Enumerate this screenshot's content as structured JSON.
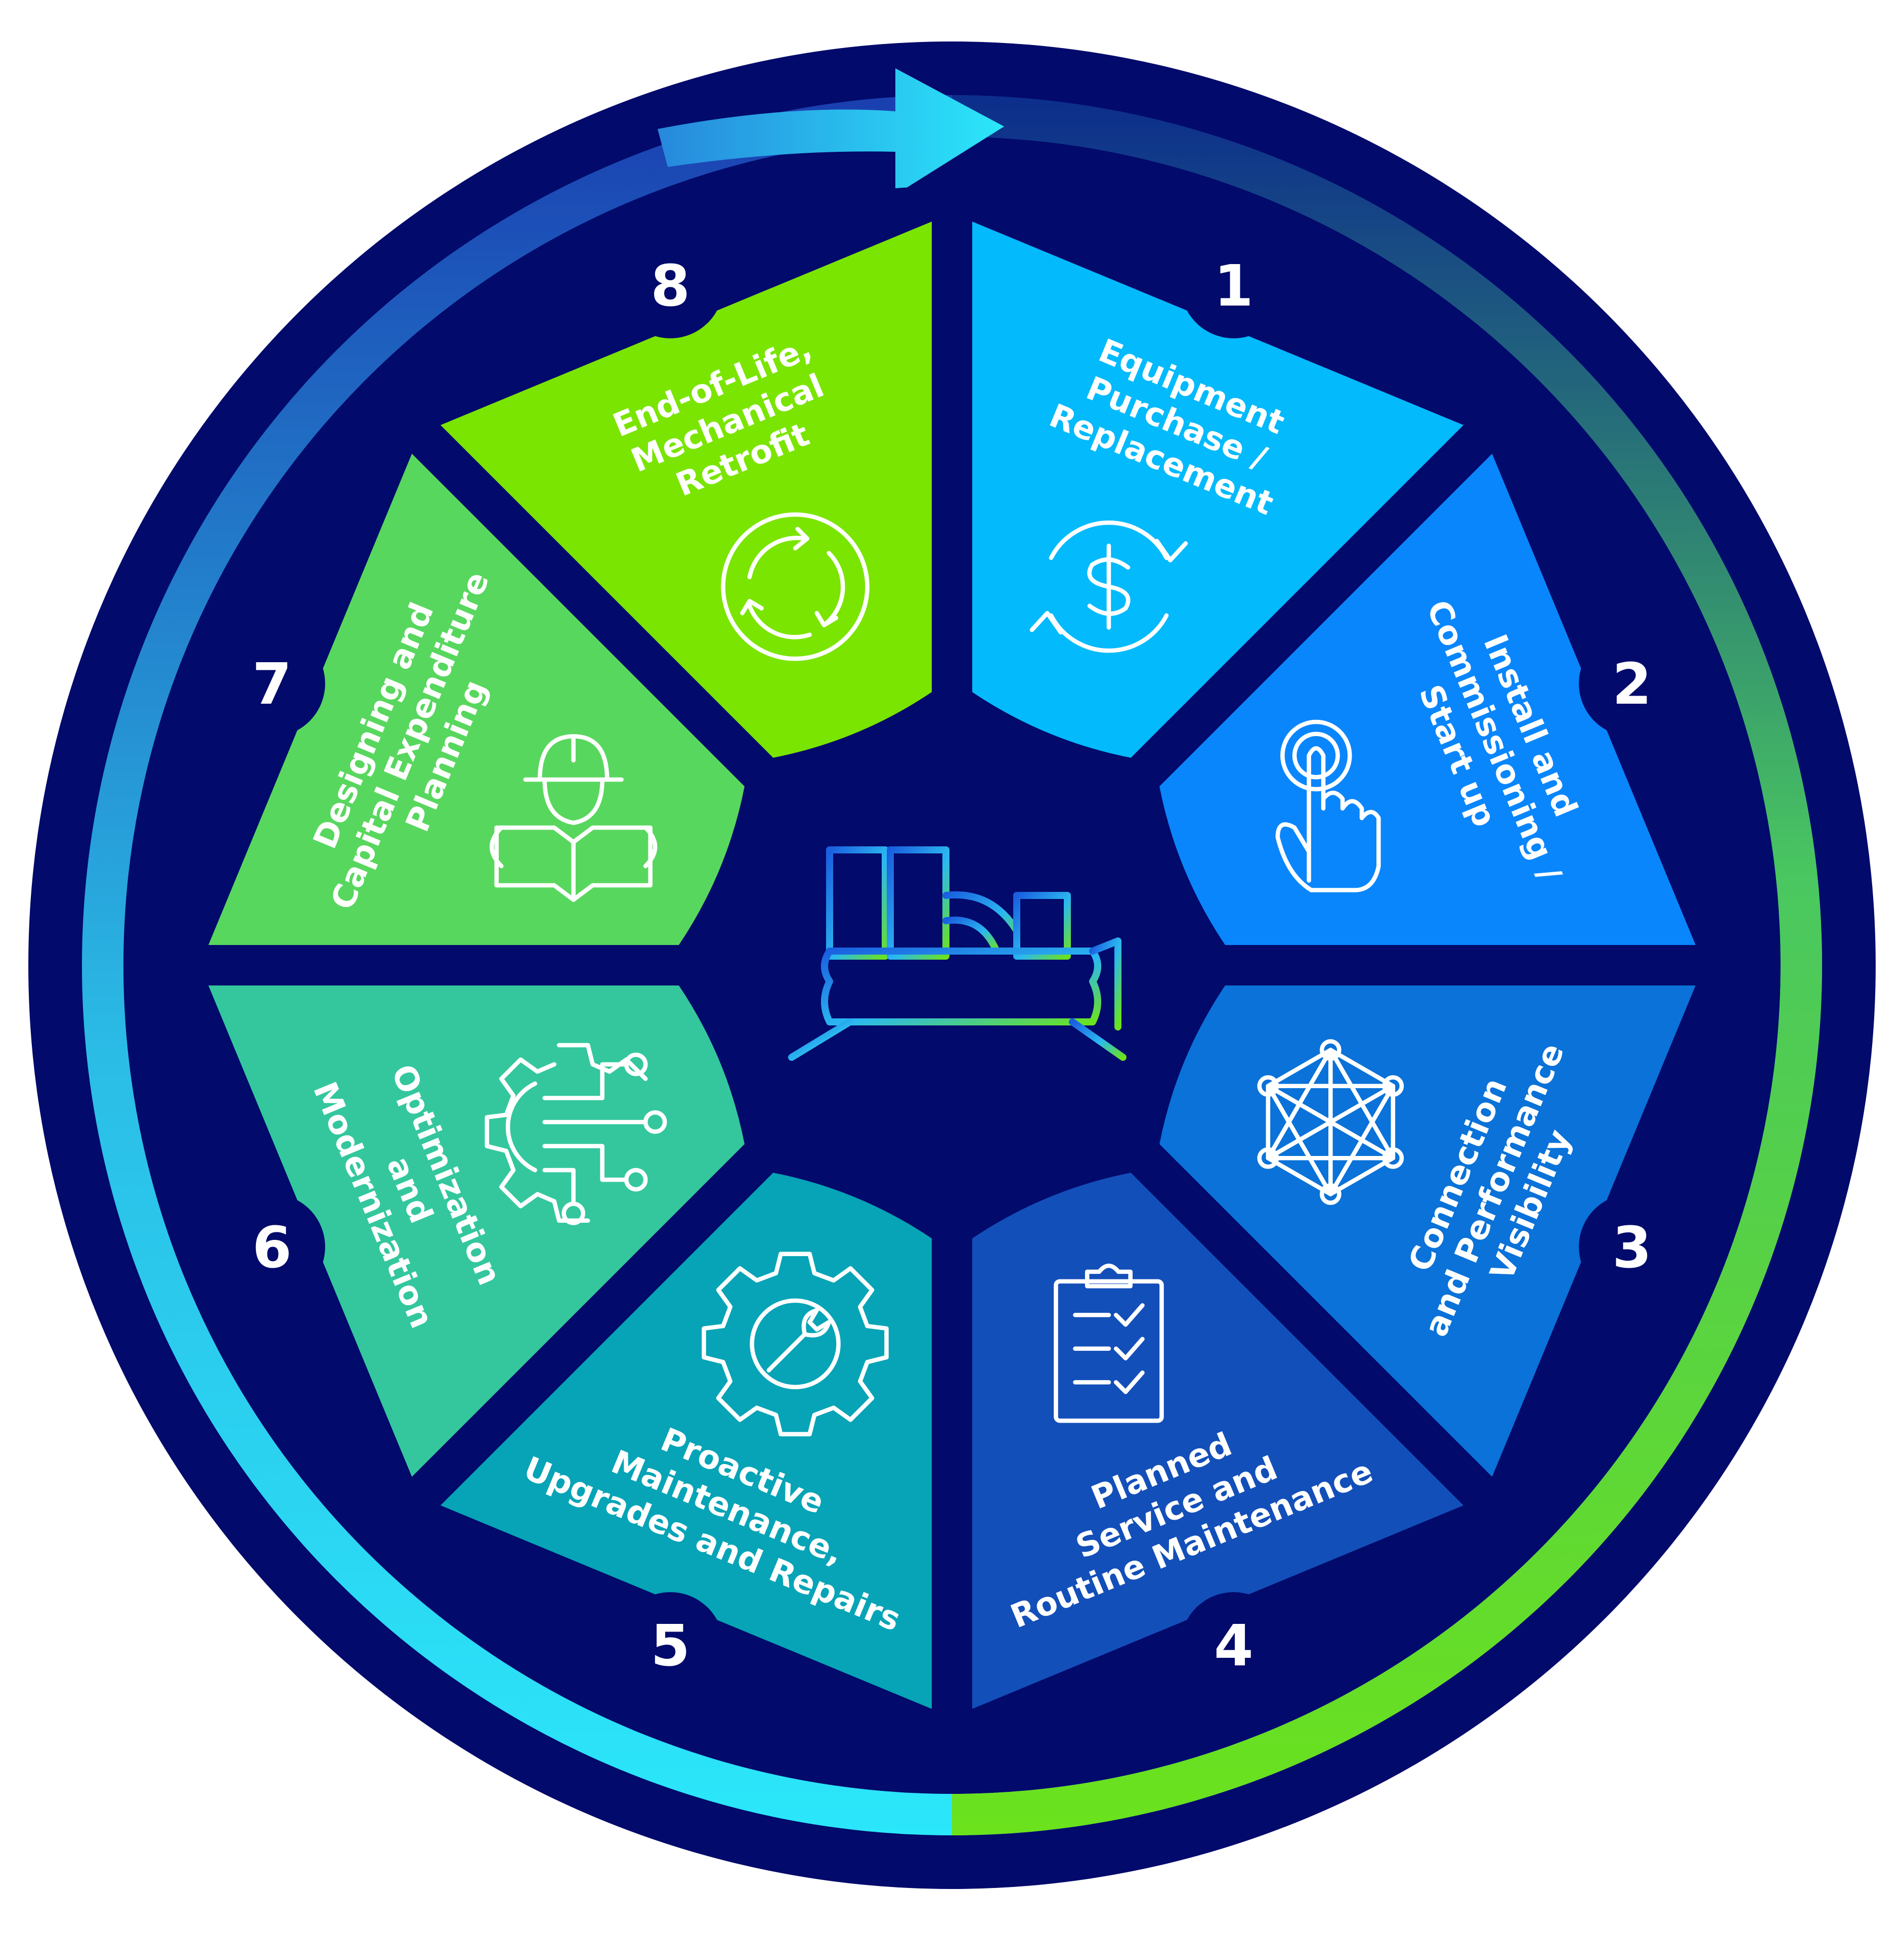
{
  "segments": [
    {
      "number": "1",
      "lines": [
        "Equipment",
        "Purchase /",
        "Replacement"
      ],
      "color": "#03BAFC",
      "icon": "dollar-cycle-icon"
    },
    {
      "number": "2",
      "lines": [
        "Install and",
        "Commissioning /",
        "Start up"
      ],
      "color": "#0A86FC",
      "icon": "touch-hand-icon"
    },
    {
      "number": "3",
      "lines": [
        "Connection",
        "and Performance",
        "Visibility"
      ],
      "color": "#0A72D8",
      "icon": "network-icon"
    },
    {
      "number": "4",
      "lines": [
        "Planned",
        "Service and",
        "Routine Maintenance"
      ],
      "color": "#134FB9",
      "icon": "checklist-icon"
    },
    {
      "number": "5",
      "lines": [
        "Proactive",
        "Maintenance,",
        "Upgrades and Repairs"
      ],
      "color": "#06A4B6",
      "icon": "gear-wrench-icon"
    },
    {
      "number": "6",
      "lines": [
        "Optimization",
        "and",
        "Modernization"
      ],
      "color": "#34C79D",
      "icon": "gear-circuit-icon"
    },
    {
      "number": "7",
      "lines": [
        "Designing and",
        "Capital Expenditure",
        "Planning"
      ],
      "color": "#58D75E",
      "icon": "engineer-blueprint-icon"
    },
    {
      "number": "8",
      "lines": [
        "End-of-Life,",
        "Mechanical",
        "Retrofit"
      ],
      "color": "#7AE500",
      "icon": "recycle-cycle-icon"
    }
  ],
  "center": {
    "icon": "chiller-equipment-icon"
  },
  "colors": {
    "background": "#020A6B",
    "ring_start": "#1A3FB0",
    "ring_mid": "#2BE7FA",
    "ring_end": "#6BE21C"
  }
}
